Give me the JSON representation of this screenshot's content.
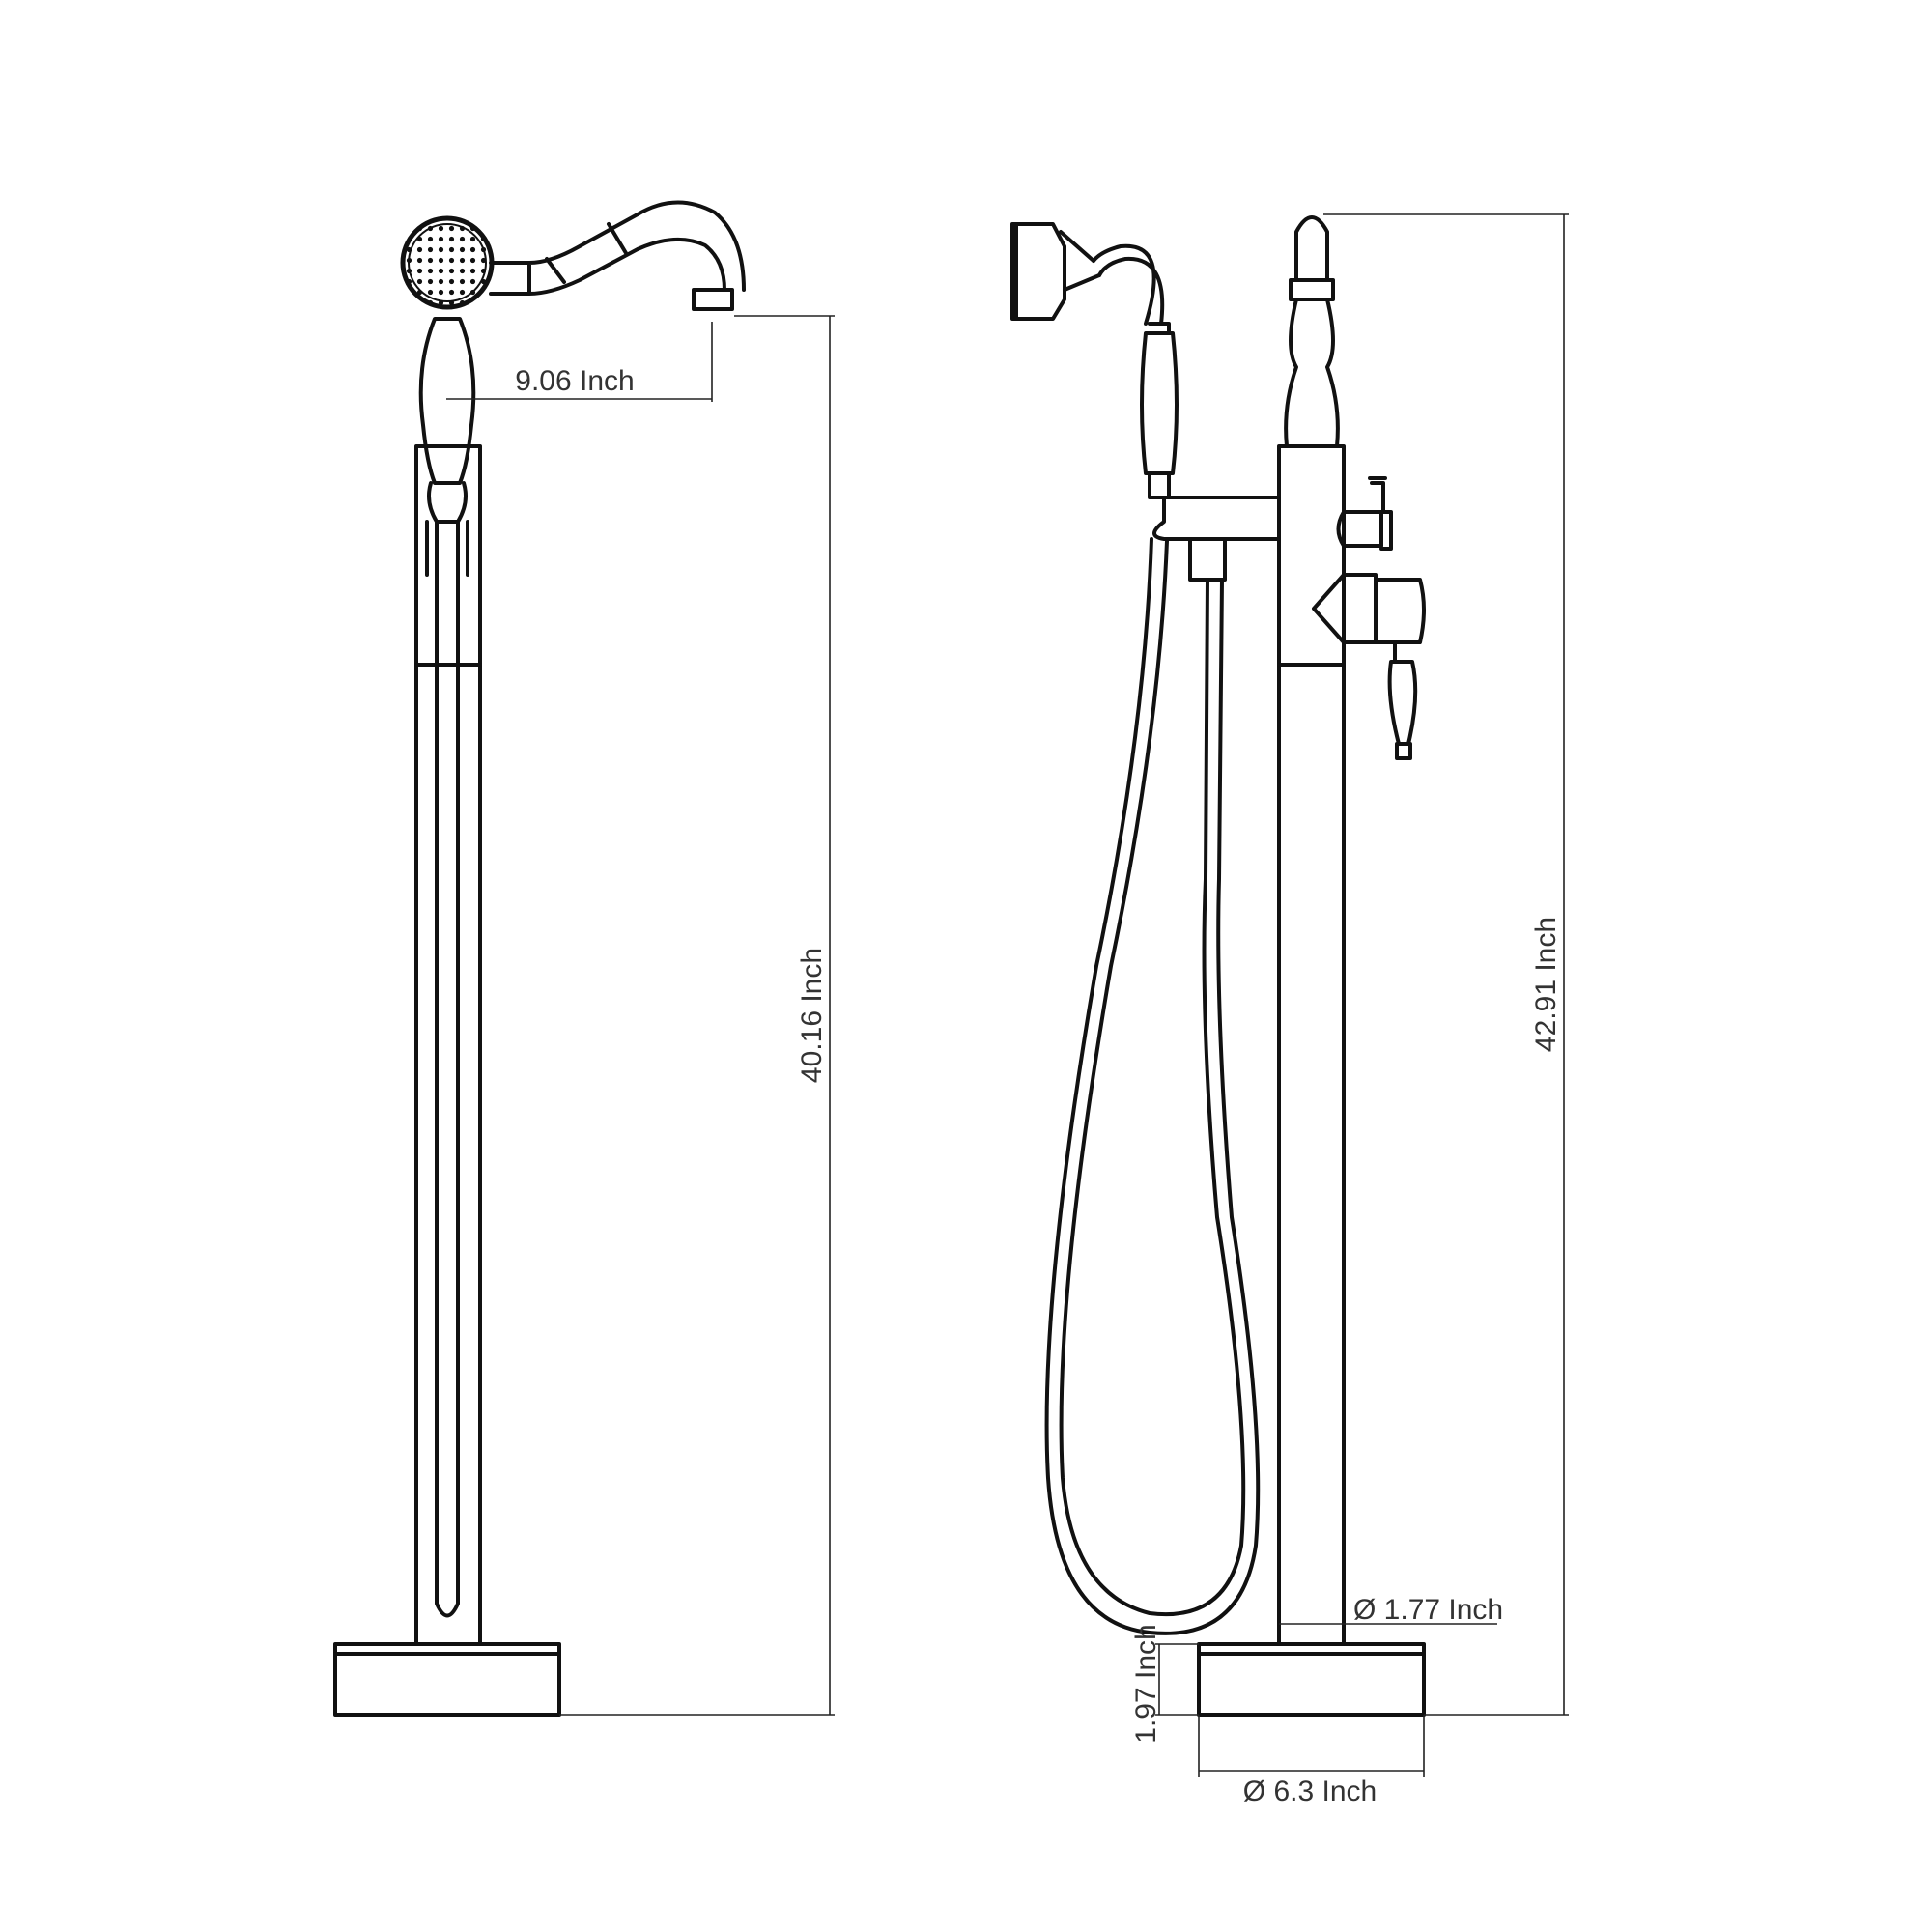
{
  "dimensions": {
    "spout_reach": "9.06 Inch",
    "spout_height": "40.16 Inch",
    "total_height": "42.91 Inch",
    "pipe_diameter": "Ø 1.77 Inch",
    "base_height": "1.97 Inch",
    "base_diameter": "Ø 6.3 Inch"
  }
}
